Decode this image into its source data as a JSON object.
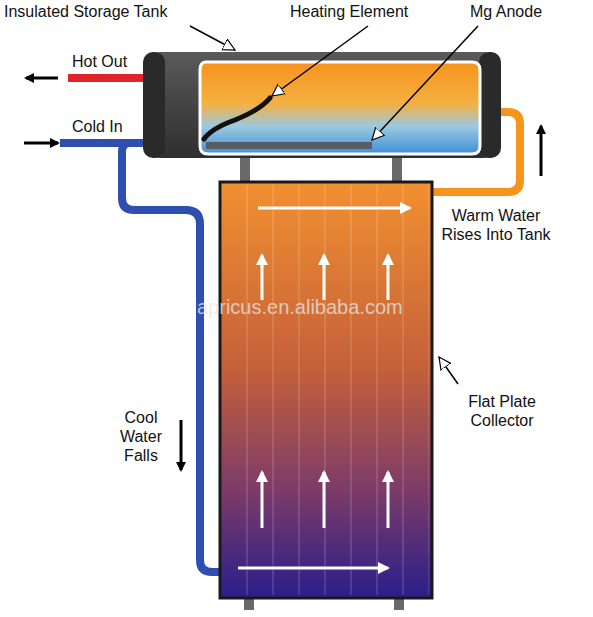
{
  "diagram": {
    "labels": [
      "Insulated Storage Tank",
      "Heating Element",
      "Mg Anode",
      "Hot Out",
      "Cold In",
      "Warm Water Rises Into Tank",
      "apricus.en.alibaba.com",
      "Cool Water Falls",
      "Flat Plate Collector"
    ]
  }
}
